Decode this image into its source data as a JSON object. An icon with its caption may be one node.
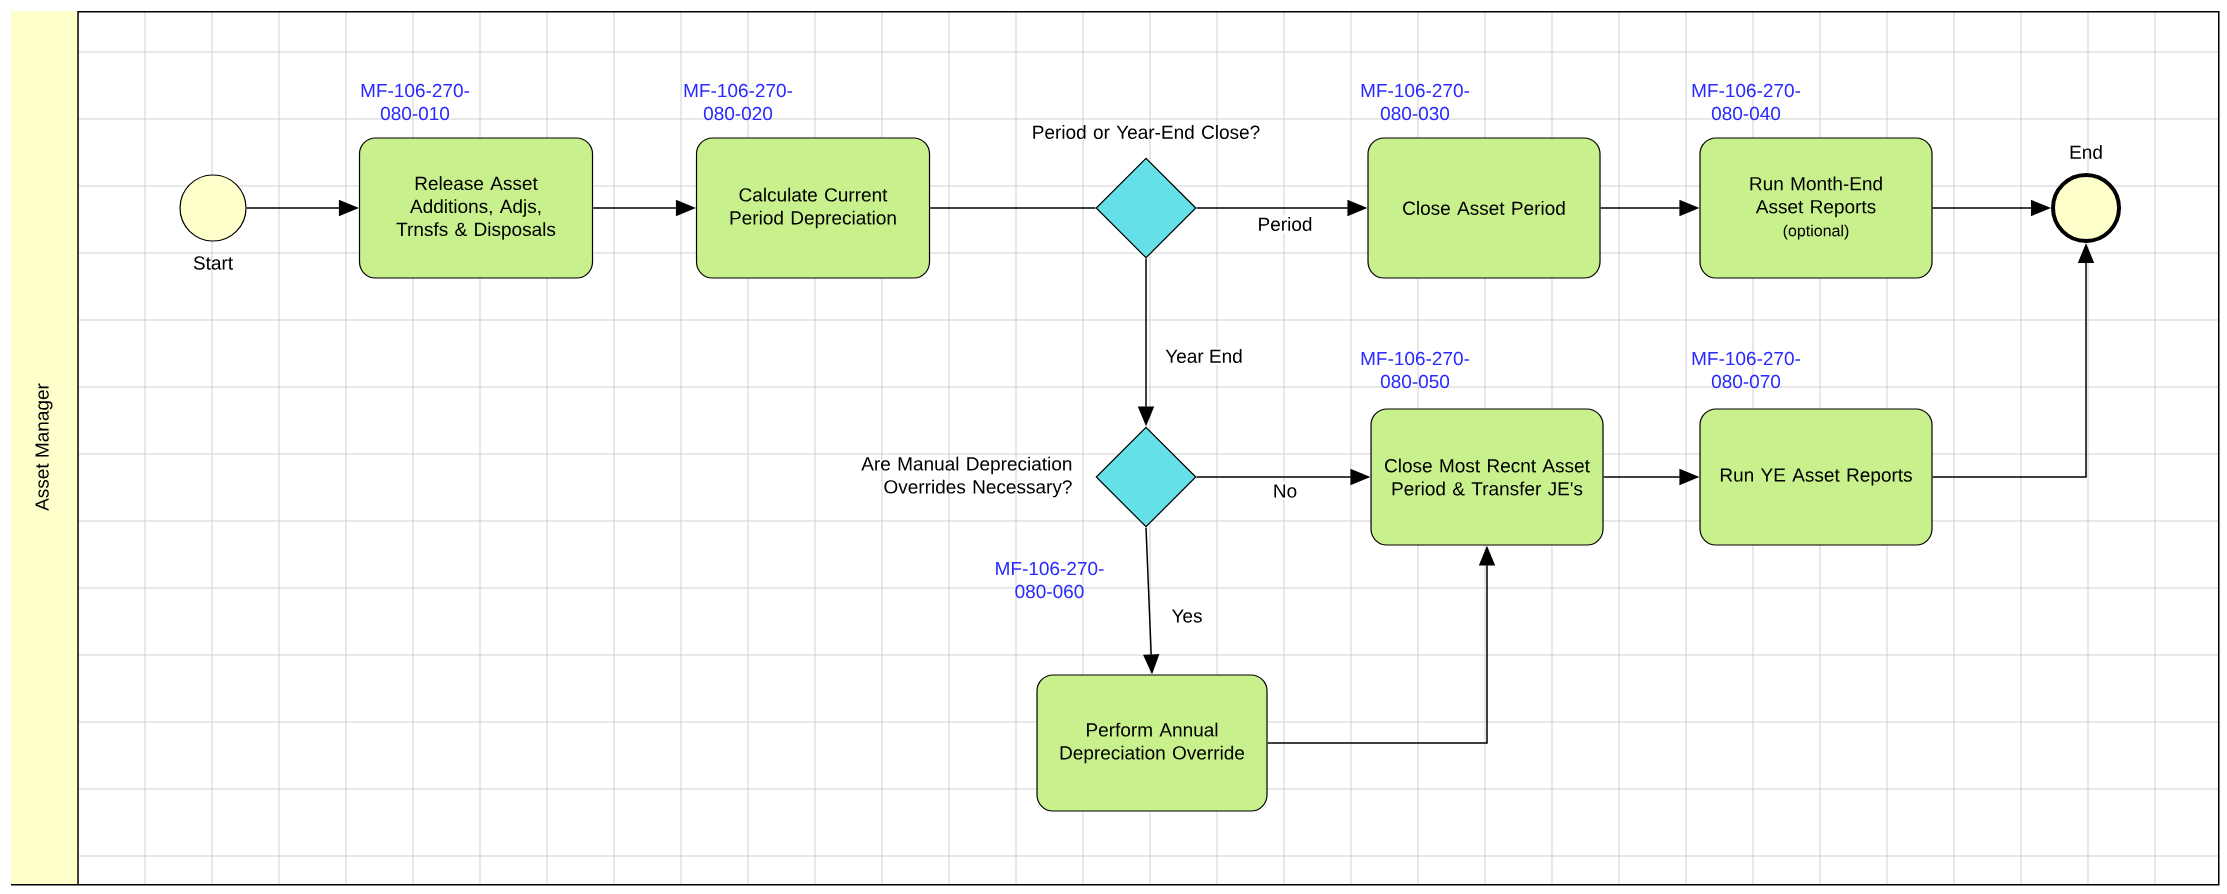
{
  "diagram": {
    "nodes": [
      {
        "text": [
          "Asset Manager"
        ]
      },
      {
        "text": [],
        "shape": "circle",
        "beside": [
          "Start"
        ],
        "in": 0
      },
      {
        "text": [
          "Release Asset Additions, Adjs, Trnsfs & Disposals"
        ],
        "beside": [
          "MF-106-270-080-010"
        ],
        "in": 0
      },
      {
        "text": [
          "Calculate Current Period Depreciation"
        ],
        "beside": [
          "MF-106-270-080-020"
        ],
        "in": 0
      },
      {
        "text": [
          "Period or Year-End Close?"
        ],
        "in": 0
      },
      {
        "text": [
          "Close Asset Period"
        ],
        "beside": [
          "MF-106-270-080-030"
        ],
        "in": 0
      },
      {
        "text": [
          "Run Month-End Asset Reports",
          "(optional)"
        ],
        "beside": [
          "MF-106-270-080-040"
        ],
        "in": 0
      },
      {
        "text": [],
        "shape": "circle",
        "beside": [
          "End"
        ],
        "in": 0
      },
      {
        "text": [
          "Are Manual Depreciation Overrides Necessary?"
        ],
        "in": 0
      },
      {
        "text": [
          "Close Most Recnt Asset Period & Transfer JE's"
        ],
        "beside": [
          "MF-106-270-080-050"
        ],
        "in": 0
      },
      {
        "text": [
          "Run YE Asset Reports"
        ],
        "beside": [
          "MF-106-270-080-070"
        ],
        "in": 0
      },
      {
        "text": [
          "Perform Annual Depreciation Override"
        ],
        "in": 0
      }
    ],
    "labels": [
      "MF-106-270-080-060"
    ],
    "edges": [
      {
        "from": 1,
        "to": 2,
        "arrow": "to"
      },
      {
        "from": 2,
        "to": 3,
        "arrow": "to"
      },
      {
        "from": 3,
        "to": 4,
        "arrow": "none"
      },
      {
        "from": 4,
        "to": 5,
        "arrow": "to",
        "label": "Period"
      },
      {
        "from": 5,
        "to": 6,
        "arrow": "to"
      },
      {
        "from": 6,
        "to": 7,
        "arrow": "to"
      },
      {
        "from": 4,
        "to": 8,
        "arrow": "to",
        "label": "Year End"
      },
      {
        "from": 8,
        "to": 9,
        "arrow": "to",
        "label": "No"
      },
      {
        "from": 9,
        "to": 10,
        "arrow": "to"
      },
      {
        "from": 10,
        "to": 7,
        "arrow": "to"
      },
      {
        "from": 8,
        "to": 11,
        "arrow": "to",
        "label": "Yes"
      },
      {
        "from": 11,
        "to": 9,
        "arrow": "to"
      }
    ]
  }
}
